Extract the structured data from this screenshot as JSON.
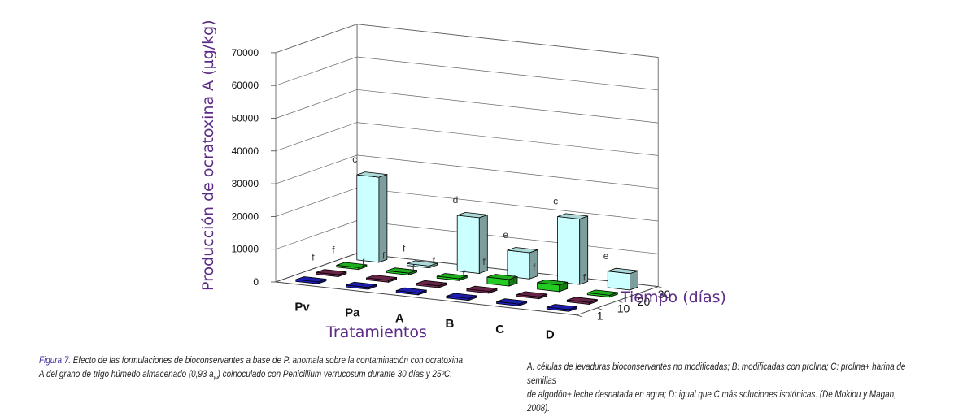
{
  "chart_data": {
    "type": "bar",
    "projection": "3d",
    "ylabel": "Producción de ocratoxina A (µg/kg)",
    "xlabel": "Tratamientos",
    "zlabel": "Tiempo (días)",
    "ylim": [
      0,
      70000
    ],
    "yticks": [
      "0",
      "10000",
      "20000",
      "30000",
      "40000",
      "50000",
      "60000",
      "70000"
    ],
    "categories": [
      "Pv",
      "Pa",
      "A",
      "B",
      "C",
      "D"
    ],
    "depth_categories": [
      "1",
      "10",
      "20",
      "30"
    ],
    "grid": true,
    "series": [
      {
        "name": "1",
        "color": "#2222cc",
        "values": [
          0,
          0,
          0,
          0,
          0,
          0
        ],
        "letters": [
          "",
          "",
          "",
          "",
          "",
          ""
        ]
      },
      {
        "name": "10",
        "color": "#7a2a55",
        "values": [
          0,
          0,
          0,
          0,
          0,
          0
        ],
        "letters": [
          "f",
          "f",
          "f",
          "f",
          "f",
          "f"
        ]
      },
      {
        "name": "20",
        "color": "#22cc22",
        "values": [
          0,
          0,
          0,
          2000,
          2000,
          0
        ],
        "letters": [
          "f",
          "f",
          "f",
          "f",
          "f",
          "f"
        ]
      },
      {
        "name": "30",
        "color": "#ccffff",
        "values": [
          26000,
          500,
          17000,
          8000,
          20000,
          5000
        ],
        "letters": [
          "c",
          "f",
          "d",
          "e",
          "c",
          "e"
        ]
      }
    ]
  },
  "caption": {
    "figure_label": "Figura 7.",
    "text_left_1": " Efecto de las formulaciones de bioconservantes a base de P. anomala sobre la contaminación con ocratoxina",
    "text_left_2a": "A del grano de trigo húmedo almacenado (0,93 a",
    "text_left_2sub": "w",
    "text_left_2b": ") coinoculado con Penicillium verrucosum durante 30 días y 25ºC.",
    "text_right_1": "A: células de levaduras bioconservantes no modificadas; B: modificadas con prolina; C: prolina+ harina de semillas",
    "text_right_2": "de algodón+ leche desnatada en agua; D: igual que C más soluciones isotónicas. (De Mokiou y Magan, 2008)."
  }
}
